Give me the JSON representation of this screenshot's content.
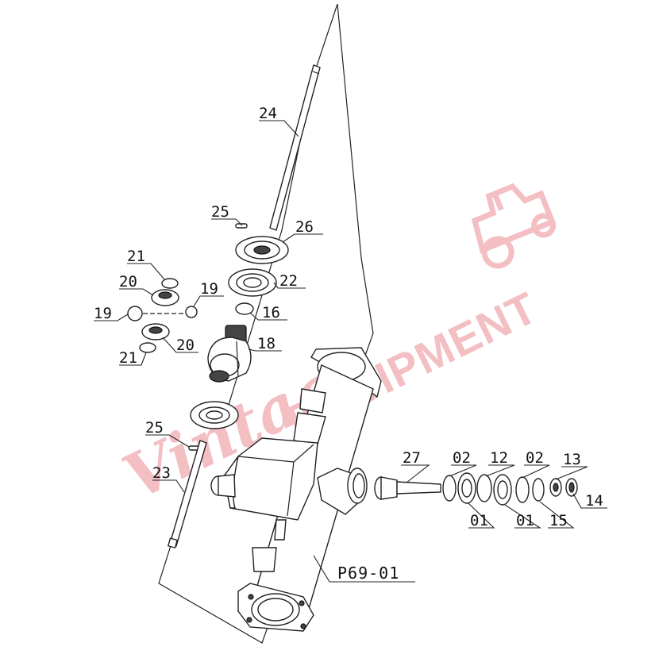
{
  "diagram": {
    "assembly_label": "P69-01",
    "part_labels": [
      "24",
      "25",
      "26",
      "22",
      "21",
      "20",
      "19",
      "19",
      "16",
      "21",
      "20",
      "18",
      "25",
      "23",
      "27",
      "02",
      "12",
      "02",
      "13",
      "14",
      "01",
      "01",
      "15"
    ]
  },
  "watermark": {
    "brand_text": "Vintage",
    "sub_text": "EQUIPMENT",
    "logo": "tractor-logo",
    "color": "#f2b8bc"
  }
}
